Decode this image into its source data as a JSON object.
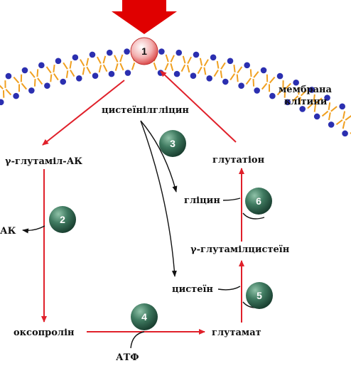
{
  "colors": {
    "red_arrow": "#e0202a",
    "black_arrow": "#111111",
    "enzyme_green_dark": "#1f4a3a",
    "enzyme_green_light": "#6fa58c",
    "membrane_head": "#2b2fb0",
    "membrane_tail": "#f0a020",
    "top_arrow": "#e00000"
  },
  "membrane": {
    "label_line1": "мембрана",
    "label_line2": "клітини"
  },
  "transporter": {
    "number": "1"
  },
  "nodes": {
    "cysteinylglycine": "цистеїнілгліцин",
    "gamma_glutamyl_aa": "γ-глутаміл-АК",
    "aa": "АК",
    "oxoproline": "оксопролін",
    "atp": "АТФ",
    "glutamate": "глутамат",
    "cysteine": "цистеїн",
    "gamma_glutamylcysteine": "γ-глутамілцистеїн",
    "glycine": "гліцин",
    "glutathione": "глутатіон"
  },
  "enzymes": {
    "e2": "2",
    "e3": "3",
    "e4": "4",
    "e5": "5",
    "e6": "6"
  }
}
